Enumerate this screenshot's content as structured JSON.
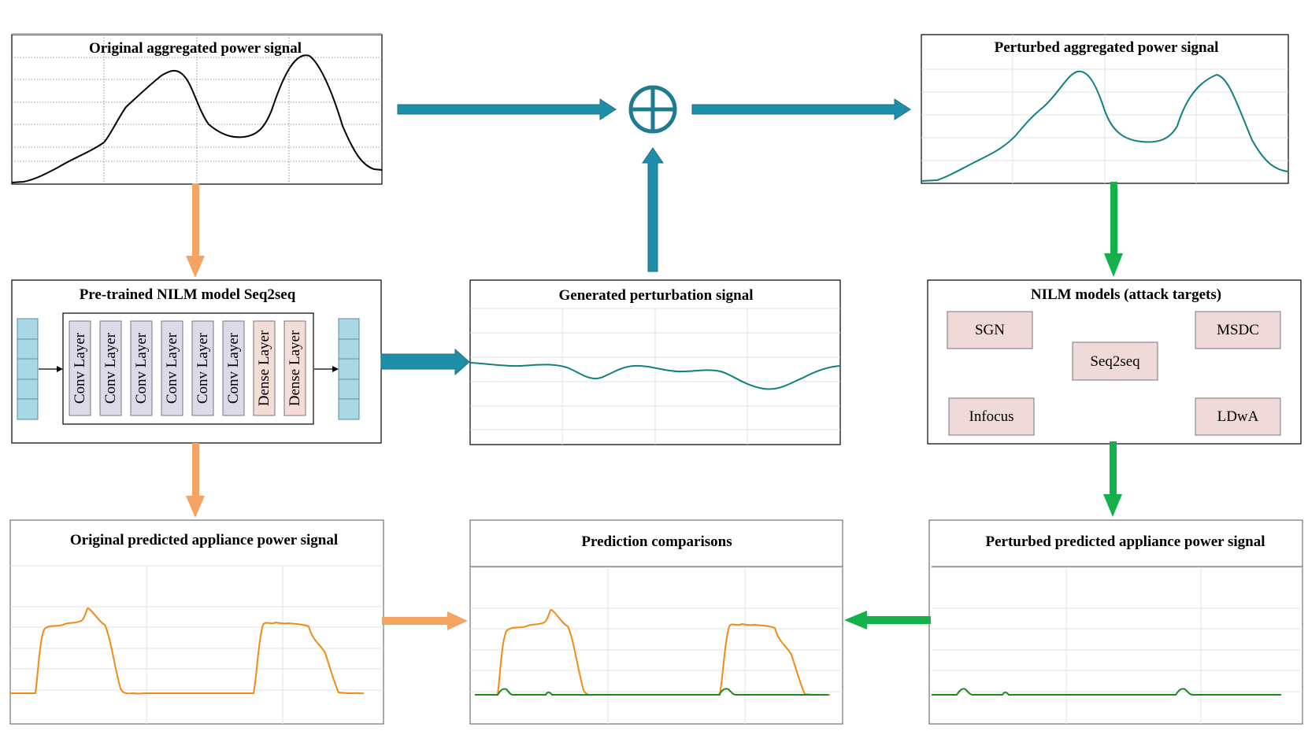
{
  "panels": {
    "original_signal": {
      "title": "Original aggregated power signal"
    },
    "perturbed_signal": {
      "title": "Perturbed aggregated power signal"
    },
    "pretrained_model": {
      "title": "Pre-trained NILM model Seq2seq",
      "layers": [
        "Conv Layer",
        "Conv Layer",
        "Conv Layer",
        "Conv Layer",
        "Conv Layer",
        "Conv Layer",
        "Dense Layer",
        "Dense Layer"
      ]
    },
    "perturbation": {
      "title": "Generated perturbation signal"
    },
    "attack_targets": {
      "title": "NILM models (attack targets)",
      "models": [
        "SGN",
        "MSDC",
        "Seq2seq",
        "Infocus",
        "LDwA"
      ]
    },
    "original_prediction": {
      "title": "Original predicted appliance power signal"
    },
    "comparison": {
      "title": "Prediction comparisons"
    },
    "perturbed_prediction": {
      "title": "Perturbed predicted appliance power signal"
    }
  },
  "colors": {
    "teal_arrow": "#1e8fa8",
    "orange_arrow": "#f4a460",
    "green_arrow": "#14b04a",
    "teal_signal": "#127f7f",
    "orange_signal": "#f28a16",
    "green_signal": "#1b8a1b",
    "conv_layer": "#dcd9e8",
    "dense_layer": "#f4ddd6",
    "vector_cell": "#a9d8e4",
    "model_box": "#efd9d9"
  }
}
